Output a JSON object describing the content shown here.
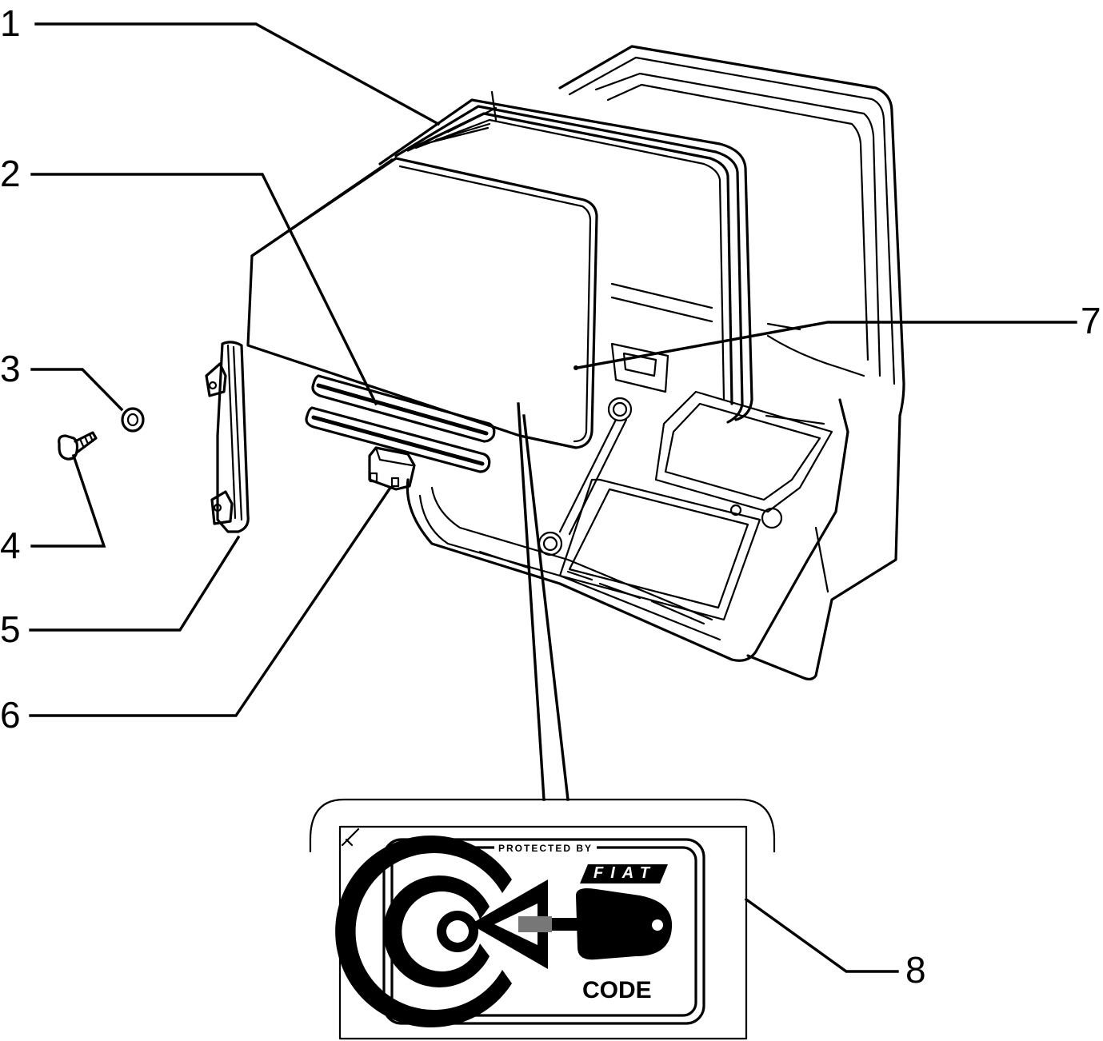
{
  "callouts": [
    {
      "number": "1"
    },
    {
      "number": "2"
    },
    {
      "number": "3"
    },
    {
      "number": "4"
    },
    {
      "number": "5"
    },
    {
      "number": "6"
    },
    {
      "number": "7"
    },
    {
      "number": "8"
    }
  ],
  "badge": {
    "protected_label": "PROTECTED BY",
    "brand": "FIAT",
    "code_label": "CODE"
  }
}
